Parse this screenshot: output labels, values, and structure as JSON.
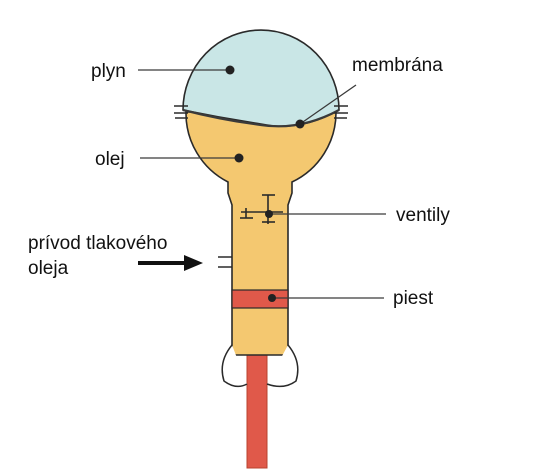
{
  "labels": {
    "gas": "plyn",
    "membrane": "membrána",
    "oil": "olej",
    "valves": "ventily",
    "inlet_line1": "prívod tlakového",
    "inlet_line2": "oleja",
    "piston": "piest"
  },
  "colors": {
    "gas": "#c9e6e6",
    "oil": "#f4c870",
    "piston": "#e0594a",
    "outline": "#2a2a2a",
    "text": "#111111"
  }
}
